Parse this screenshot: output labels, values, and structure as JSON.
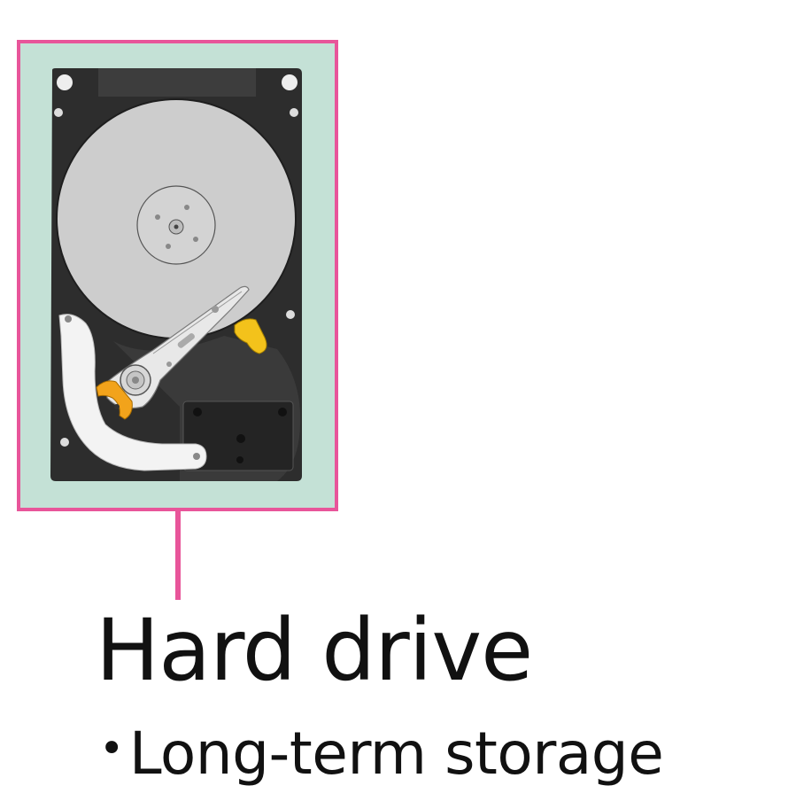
{
  "colors": {
    "frame_border": "#e8559a",
    "frame_fill": "#c4e1d6",
    "drive_body": "#2d2d2d",
    "platter": "#cdcdcd",
    "arm": "#e6e6e6",
    "accent_orange": "#f2a31b",
    "accent_yellow": "#f3c21b"
  },
  "illustration": {
    "icon": "hard-drive-illustration"
  },
  "caption": {
    "title": "Hard drive",
    "bullet": "•",
    "bullet_text": "Long-term storage"
  }
}
